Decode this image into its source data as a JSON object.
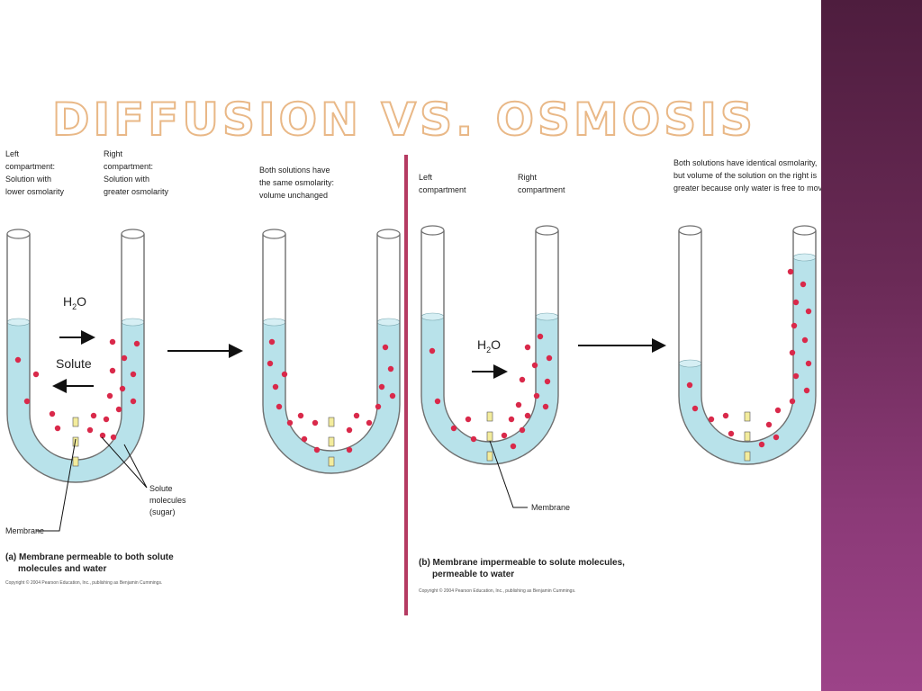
{
  "title": "Diffusion vs. osmosis",
  "panel_a": {
    "left_label": [
      "Left",
      "compartment:",
      "Solution with",
      "lower  osmolarity"
    ],
    "right_label": [
      "Right",
      "compartment:",
      "Solution with",
      "greater osmolarity"
    ],
    "result_label": [
      "Both solutions have",
      "the same osmolarity:",
      "volume unchanged"
    ],
    "h2o": "H",
    "h2o_sub": "2",
    "h2o_o": "O",
    "solute": "Solute",
    "solute_callout": [
      "Solute",
      "molecules",
      "(sugar)"
    ],
    "membrane": "Membrane",
    "caption": [
      "(a)  Membrane permeable to both solute",
      "molecules and water"
    ],
    "copyright": "Copyright © 2004 Pearson Education, Inc., publishing as Benjamin Cummings."
  },
  "panel_b": {
    "left_label": [
      "Left",
      "compartment"
    ],
    "right_label": [
      "Right",
      "compartment"
    ],
    "result_label": [
      "Both solutions have identical osmolarity,",
      "but volume of the solution on the right is",
      "greater because only water is free to move"
    ],
    "h2o": "H",
    "h2o_sub": "2",
    "h2o_o": "O",
    "membrane": "Membrane",
    "caption": [
      "(b)  Membrane impermeable to solute molecules,",
      "permeable to water"
    ],
    "copyright": "Copyright © 2004 Pearson Education, Inc., publishing as Benjamin Cummings."
  },
  "colors": {
    "water": "#b8e2ea",
    "solute": "#d9294a",
    "membrane": "#f3ec9c",
    "tube": "#6f6f6f",
    "divider": "#b53b62",
    "title_outline": "#e9b887"
  }
}
